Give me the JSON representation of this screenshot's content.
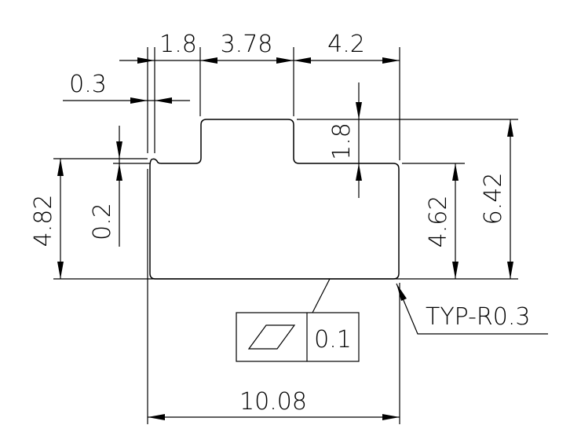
{
  "dimensions": {
    "top_left_width": "1.8",
    "slot_width": "3.78",
    "top_right_width": "4.2",
    "notch_width": "0.3",
    "slot_depth": "1.8",
    "left_height": "4.82",
    "notch_depth": "0.2",
    "right_height": "4.62",
    "total_height": "6.42",
    "total_width": "10.08"
  },
  "radius_note": "TYP-R0.3",
  "flatness_tolerance": {
    "symbol": "flatness-icon",
    "value": "0.1"
  }
}
